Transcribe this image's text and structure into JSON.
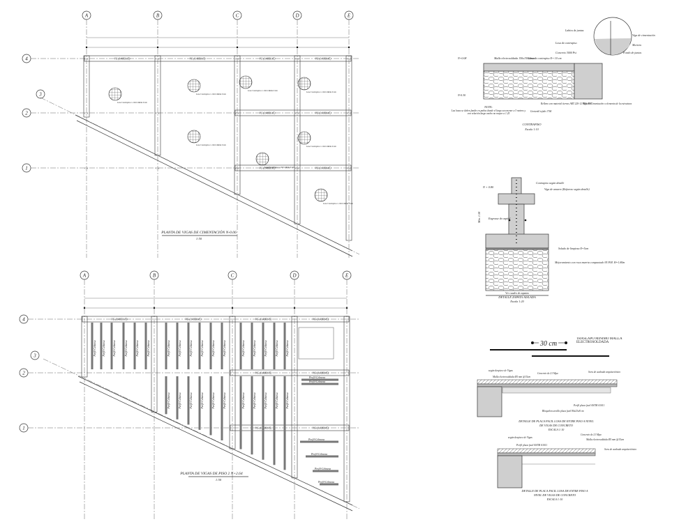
{
  "plan_foundation": {
    "title": "PLANTA DE VIGAS DE CIMENTACIÓN N-0.06",
    "scale": "1:50",
    "axes_columns": [
      "A",
      "B",
      "C",
      "D",
      "E"
    ],
    "axes_rows": [
      "4",
      "3",
      "2",
      "1"
    ],
    "column_label": "C-1",
    "beam_label": "VC-(0.40X0.45)",
    "slab_note": "Losa Contrapiso e=10cm Malla 6 mm"
  },
  "plan_floor": {
    "title": "PLANTA DE VIGAS DE PISO 2 N+2.64",
    "scale": "1:50",
    "axes_columns": [
      "A",
      "B",
      "C",
      "D",
      "E"
    ],
    "axes_rows": [
      "4",
      "3",
      "2",
      "1"
    ],
    "joist_label": "Perfil-Celmesa",
    "beam_label": "VG-(0.40X0.45)"
  },
  "contrapiso": {
    "title": "CONTRAPISO",
    "scale": "Escala 1:10",
    "level_top": "N+0.08",
    "level_bottom": "N-0.30",
    "labels": {
      "labios": "Labios de juntas",
      "viga_cim": "Viga de cimentación",
      "losa": "Losa de contrapiso",
      "mortero": "Mortero",
      "fondo": "Fondo de juntas",
      "concreto": "Concreto 3000 Psi",
      "malla": "Malla electrosoldada 150x150x6mm",
      "losa_e": "Losa de contrapiso E= 10 cm",
      "relleno": "Relleno con material tierras ART 220-12 95% PM",
      "geotextil": "Geotextil tejido 1700",
      "viga_elem": "Viga de Cimentación o elemento de la estructura"
    },
    "note_title": "NOTA:",
    "note": "Las losas se deben fundir en paños donde el largo sea menor a 3 metros y con relación largo ancho no mayor a 1.25"
  },
  "zapata": {
    "title": "DETALLE ZAPATA AISLADA",
    "scale": "Escala 1:20",
    "level": "N + 0.80",
    "min_depth": "Min. 1.50",
    "labels": {
      "contrapiso": "Contrapiso según detalle",
      "viga": "Viga de amarre (Refuerzo según detalle)",
      "engrosse": "Engrosse de capitel",
      "solado": "Solado de limpieza E=5cm",
      "mejoramiento": "Mejoramiento con roca muerta compactado 95 P.M. H=1.80m",
      "cuadro": "Ver cuadro de zapatas"
    }
  },
  "traslapo": {
    "dimension": "30 cm",
    "title": "TRASLAPO MINIMO MALLA ELECTROSOLDADA"
  },
  "placa_1": {
    "title_line1": "DETALLE DE PLACA FACIL LOSA DE ENTRE PISO A NIVEL",
    "title_line2": "DE VIGAS DE CONCRETO",
    "scale": "ESCALA 1:10",
    "labels": {
      "vigas": "según despiece de Vigas",
      "concreto": "Concreto de 21 Mpa",
      "acabado": "Sora de acabado arquitectónico",
      "malla": "Malla electrosoldada Ø5 mm @15cm",
      "perfil": "Perfil placa facil ASTM A1011",
      "bloquelon": "Bloquelon arcilla placa facil 80x23x8 cm"
    }
  },
  "placa_2": {
    "title_line1": "DETALLE DE PLACA FACIL LOSA DE ENTRE PISO A",
    "title_line2": "NIVEL DE VIGAS DE CONCRETO",
    "scale": "ESCALA 1:10",
    "labels": {
      "vigas": "según despiece de Vigas",
      "concreto": "Concreto de 21 Mpa",
      "perfil": "Perfil placa facil ASTM A1011",
      "malla": "Malla electrosoldada Ø5 mm @15cm",
      "acabado": "Sora de acabado arquitectónico"
    }
  }
}
